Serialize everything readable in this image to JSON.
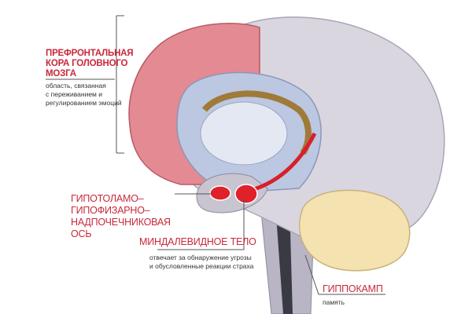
{
  "labels": {
    "prefrontal": {
      "title_lines": [
        "ПРЕФРОНТАЛЬНАЯ",
        "КОРА ГОЛОВНОГО",
        "МОЗГА"
      ],
      "description_lines": [
        "область, связанная",
        "с переживанием и",
        "регулированием эмоций"
      ]
    },
    "hpa_axis": {
      "title_lines": [
        "ГИПОТОЛАМО–",
        "ГИПОФИЗАРНО–",
        "НАДПОЧЕЧНИКОВАЯ",
        "ОСЬ"
      ]
    },
    "amygdala": {
      "title": "МИНДАЛЕВИДНОЕ ТЕЛО",
      "description_lines": [
        "отвечает за обнаружение угрозы",
        "и обусловленные реакции страха"
      ]
    },
    "hippocampus": {
      "title": "ГИППОКАМП",
      "description": "память"
    }
  },
  "colors": {
    "label_red": "#c8283a",
    "prefrontal_pink": "#e48a92",
    "cortex_gray": "#d9d6e0",
    "cerebellum_yellow": "#f4e3b0",
    "limbic_blue": "#bcc7e2",
    "amygdala_red": "#e0202a"
  }
}
